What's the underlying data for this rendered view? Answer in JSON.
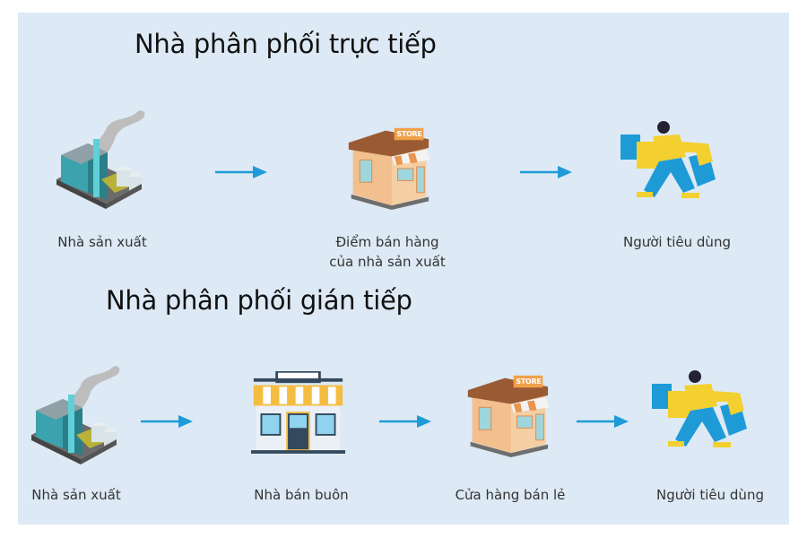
{
  "direct": {
    "title": "Nhà phân phối trực tiếp",
    "nodes": [
      {
        "label": "Nhà sản xuất",
        "icon": "factory-icon"
      },
      {
        "label_line1": "Điểm bán hàng",
        "label_line2": "của nhà sản xuất",
        "icon": "store-icon"
      },
      {
        "label": "Người tiêu dùng",
        "icon": "shopper-icon"
      }
    ]
  },
  "indirect": {
    "title": "Nhà phân phối gián tiếp",
    "nodes": [
      {
        "label": "Nhà sản xuất",
        "icon": "factory-icon"
      },
      {
        "label": "Nhà bán buôn",
        "icon": "wholesale-shop-icon"
      },
      {
        "label": "Cửa hàng bán lẻ",
        "icon": "store-icon"
      },
      {
        "label": "Người tiêu dùng",
        "icon": "shopper-icon"
      }
    ]
  },
  "store_sign": "STORE",
  "colors": {
    "background": "#dde9f5",
    "arrow": "#1e9bd7"
  }
}
